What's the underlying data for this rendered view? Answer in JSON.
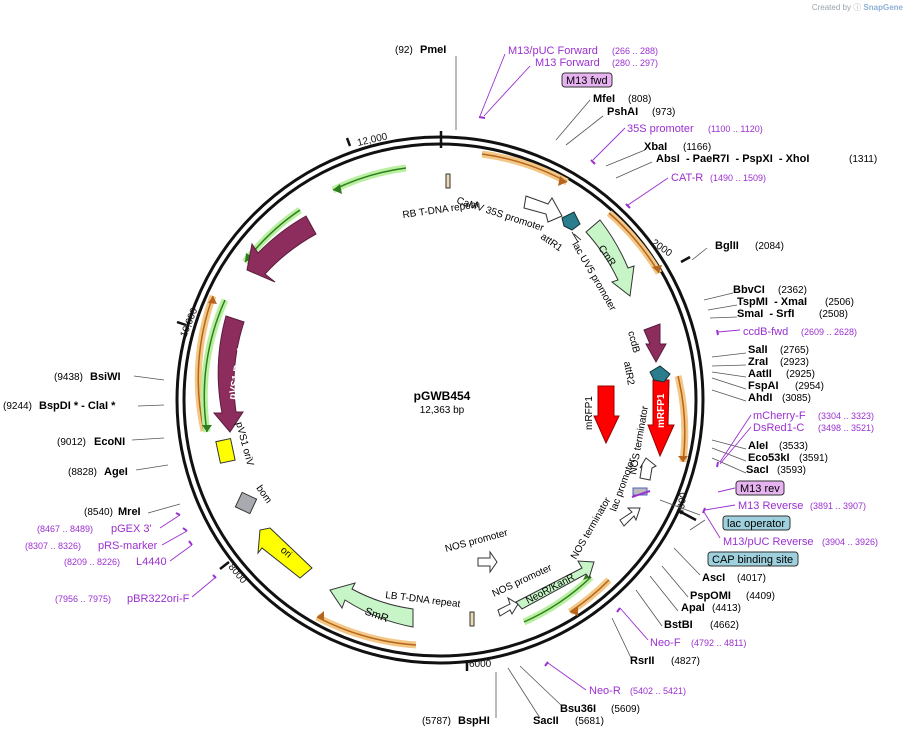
{
  "credit": {
    "prefix": "Created by",
    "brand": "SnapGene"
  },
  "plasmid": {
    "name": "pGWB454",
    "length": "12,363 bp"
  },
  "ticks": [
    "12,000",
    "2000",
    "4000",
    "6000",
    "8000",
    "10,000"
  ],
  "sites": [
    {
      "pos": "(92)",
      "name": "PmeI"
    },
    {
      "name": "MfeI",
      "pos": "(808)"
    },
    {
      "name": "PshAI",
      "pos": "(973)"
    },
    {
      "name": "XbaI",
      "pos": "(1166)"
    },
    {
      "name": "AbsI  - PaeR7I  - PspXI  - XhoI",
      "pos": "(1311)"
    },
    {
      "name": "BglII",
      "pos": "(2084)"
    },
    {
      "name": "BbvCI",
      "pos": "(2362)"
    },
    {
      "name": "TspMI  - XmaI",
      "pos": "(2506)"
    },
    {
      "name": "SmaI  - SrfI",
      "pos": "(2508)"
    },
    {
      "name": "SalI",
      "pos": "(2765)"
    },
    {
      "name": "ZraI",
      "pos": "(2923)"
    },
    {
      "name": "AatII",
      "pos": "(2925)"
    },
    {
      "name": "FspAI",
      "pos": "(2954)"
    },
    {
      "name": "AhdI",
      "pos": "(3085)"
    },
    {
      "name": "AleI",
      "pos": "(3533)"
    },
    {
      "name": "Eco53kI",
      "pos": "(3591)"
    },
    {
      "name": "SacI",
      "pos": "(3593)"
    },
    {
      "name": "AscI",
      "pos": "(4017)"
    },
    {
      "name": "PspOMI",
      "pos": "(4409)"
    },
    {
      "name": "ApaI",
      "pos": "(4413)"
    },
    {
      "name": "BstBI",
      "pos": "(4662)"
    },
    {
      "name": "RsrII",
      "pos": "(4827)"
    },
    {
      "name": "Bsu36I",
      "pos": "(5609)"
    },
    {
      "name": "SacII",
      "pos": "(5681)"
    },
    {
      "pos": "(5787)",
      "name": "BspHI"
    },
    {
      "pos": "(8540)",
      "name": "MreI"
    },
    {
      "pos": "(8828)",
      "name": "AgeI"
    },
    {
      "pos": "(9012)",
      "name": "EcoNI"
    },
    {
      "pos": "(9244)",
      "name": "BspDI * - ClaI *"
    },
    {
      "pos": "(9438)",
      "name": "BsiWI"
    }
  ],
  "primers": [
    {
      "name": "M13/pUC Forward",
      "range": "(266 .. 288)"
    },
    {
      "name": "M13 Forward",
      "range": "(280 .. 297)"
    },
    {
      "name": "35S promoter",
      "range": "(1100 .. 1120)"
    },
    {
      "name": "CAT-R",
      "range": "(1490 .. 1509)"
    },
    {
      "name": "ccdB-fwd",
      "range": "(2609 .. 2628)"
    },
    {
      "name": "mCherry-F",
      "range": "(3304 .. 3323)"
    },
    {
      "name": "DsRed1-C",
      "range": "(3498 .. 3521)"
    },
    {
      "name": "M13 Reverse",
      "range": "(3891 .. 3907)"
    },
    {
      "name": "M13/pUC Reverse",
      "range": "(3904 .. 3926)"
    },
    {
      "name": "Neo-F",
      "range": "(4792 .. 4811)"
    },
    {
      "name": "Neo-R",
      "range": "(5402 .. 5421)"
    },
    {
      "name": "pBR322ori-F",
      "range": "(7956 .. 7975)"
    },
    {
      "name": "L4440",
      "range": "(8209 .. 8226)"
    },
    {
      "name": "pRS-marker",
      "range": "(8307 .. 8326)"
    },
    {
      "name": "pGEX 3'",
      "range": "(8467 .. 8489)"
    }
  ],
  "boxes": {
    "m13fwd": "M13 fwd",
    "m13rev": "M13 rev",
    "lacop": "lac operator",
    "cap": "CAP binding site"
  },
  "features": {
    "rb": "RB T-DNA repeat",
    "camv": "CaMV 35S promoter",
    "attr1": "attR1",
    "lacuv5": "lac UV5 promoter",
    "cmr": "CmR",
    "ccdb": "ccdB",
    "attr2": "attR2",
    "mrfp1_out": "mRFP1",
    "mrfp1_in": "mRFP1",
    "nos_term1": "NOS terminator",
    "lac_prom": "lac promoter",
    "nos_term2": "NOS terminator",
    "nos_prom1": "NOS promoter",
    "nos_prom2": "NOS promoter",
    "neor": "NeoR/KanR",
    "lb": "LB T-DNA repeat",
    "smr": "SmR",
    "ori": "ori",
    "bom": "bom",
    "pvs1_oriv": "pVS1 oriV",
    "pvs1_repa": "pVS1 RepA",
    "pvs1_staa": "pVS1 StaA"
  },
  "colors": {
    "backbone": "#111111",
    "site_text": "#000000",
    "primer_text": "#9b30d0",
    "primer_mark": "#9b30d0",
    "orange_arc": "#f3c785",
    "orange_arc_line": "#b5651d",
    "green_arc": "#b8f0a0",
    "green_arc_line": "#2e7d1e",
    "maroon": "#8c2d5d",
    "teal": "#2a7d8c",
    "red": "#ff0000",
    "light_green": "#c8f5c8",
    "yellow": "#ffff00",
    "gray_box": "#a9a9b0",
    "tan": "#eed9b5",
    "lilac_box": "#e6b3f0",
    "blue_box": "#9ed0de"
  }
}
